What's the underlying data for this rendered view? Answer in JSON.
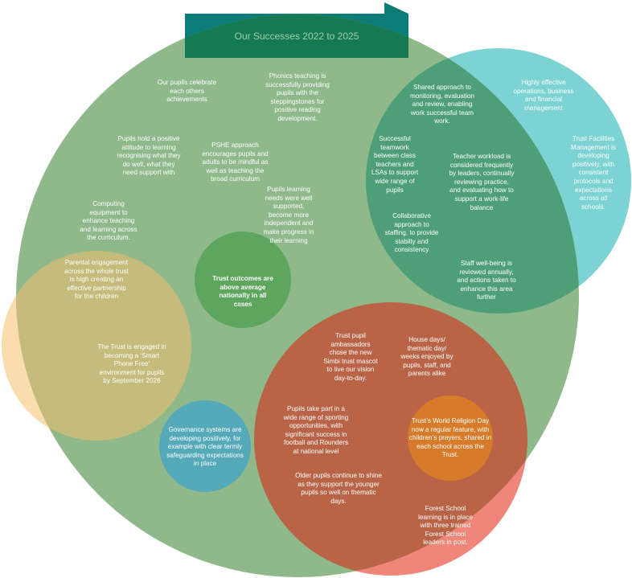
{
  "title": "Our Successes 2022 to 2025",
  "colors": {
    "main_green": "#8fb98b",
    "operations_teal": "#7dd3d3",
    "overlap_green_teal": "#4e9f78",
    "parents_peach": "#fbdcae",
    "overlap_green_peach": "#c5bb7b",
    "community_red": "#f0857a",
    "overlap_green_red": "#b96447",
    "outcomes_green": "#5ea65e",
    "governance_blue": "#55a9b8",
    "religion_orange": "#d57b2a",
    "banner": "#157a52"
  },
  "statements": {
    "celebrate": "Our pupils celebrate each others achievements",
    "phonics": "Phonics teaching is successfully providing pupils with the steppingstones for positive reading development.",
    "attitude": "Pupils hold a positive attitude to learning recognising what they do well, what they need support with",
    "pshe": "PSHE approach encourages pupils and adults to be mindful as well as teaching the broad curriculum",
    "computing": "Computing equipment to enhance teaching and learning across the curriculum.",
    "needs": "Pupils learning needs were well supported, become more independent and make progress in their learning",
    "shared": "Shared approach to monitoring, evaluation and review, enabling work successful team work.",
    "operations": "Highly effective operations, business and financial management",
    "teamwork": "Successful teamwork between class teachers and LSAs to support wide range of pupils",
    "workload": "Teacher workload is considered frequently by leaders, continually reviewing practice, and evaluating how to support a work-life balance",
    "facilities": "Trust Facilities Management is developing positively, with consistent protocols and expectations across all schools.",
    "staffing": "Collaborative approach to staffing, to provide stabilty and consistency",
    "wellbeing": "Staff well-being is reviewed annually, and actions taken to enhance this area further",
    "parental": "Parental engagement across the whole trust is high creating an effective partnership for the children",
    "outcomes": "Trust outcomes are above average nationally in all cases",
    "smartphone": "The Trust is engaged in becoming a ‘Smart Phone Free’ environment for pupils by September 2026",
    "governance": "Governance systems are developing positively, for example with clear termly safeguarding expectations in place",
    "ambassadors": "Trust pupil ambassadors chose the new Simbi trust mascot to live our vision day-to-day.",
    "house": "House days/ thematic day/ weeks enjoyed by pupils, staff, and parents alike",
    "sporting": "Pupils take part in a wide range of sporting opportunities, with significant success in football and Rounders at national level",
    "religion": "Trust’s World Religion Day now a regular feature, with children’s prayers, shared in each school across the Trust.",
    "older": "Older pupils continue to shine as they support the younger pupils so well on thematic days.",
    "forest": "Forest School learning is in place with three trained Forest School leaders in post."
  }
}
